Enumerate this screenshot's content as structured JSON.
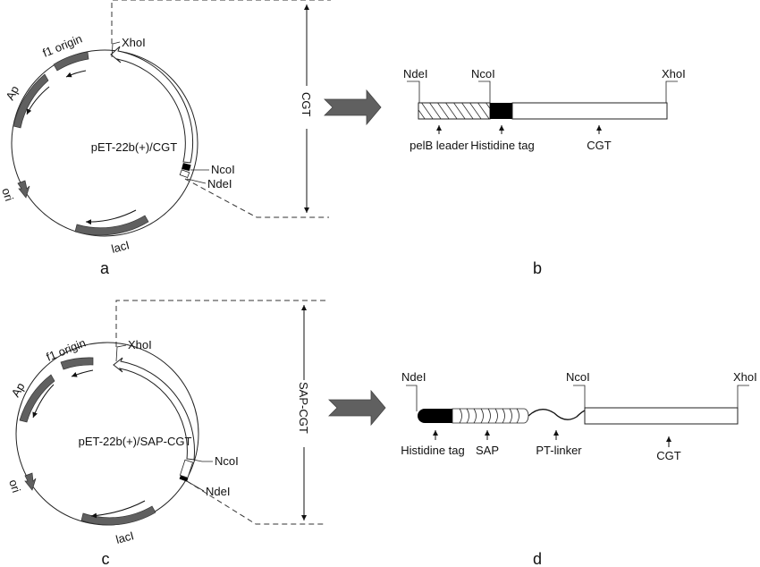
{
  "panels": {
    "a": {
      "letter": "a",
      "plasmid_name": "pET-22b(+)/CGT",
      "features": {
        "f1": "f1 origin",
        "ap": "Ap",
        "ori": "ori",
        "lacI": "lacI"
      },
      "sites": {
        "xho": "XhoI",
        "nco": "NcoI",
        "nde": "NdeI"
      },
      "insert_label": "CGT"
    },
    "b": {
      "letter": "b",
      "sites": {
        "nde": "NdeI",
        "nco": "NcoI",
        "xho": "XhoI"
      },
      "segments": [
        "pelB leader",
        "Histidine tag",
        "CGT"
      ]
    },
    "c": {
      "letter": "c",
      "plasmid_name": "pET-22b(+)/SAP-CGT",
      "features": {
        "f1": "f1 origin",
        "ap": "Ap",
        "ori": "ori",
        "lacI": "lacI"
      },
      "sites": {
        "xho": "XhoI",
        "nco": "NcoI",
        "nde": "NdeI"
      },
      "insert_label": "SAP-CGT"
    },
    "d": {
      "letter": "d",
      "sites": {
        "nde": "NdeI",
        "nco": "NcoI",
        "xho": "XhoI"
      },
      "segments": [
        "Histidine tag",
        "SAP",
        "PT-linker",
        "CGT"
      ]
    }
  },
  "colors": {
    "feature_gray": "#606060",
    "line": "#111111",
    "tag_black": "#000000"
  }
}
